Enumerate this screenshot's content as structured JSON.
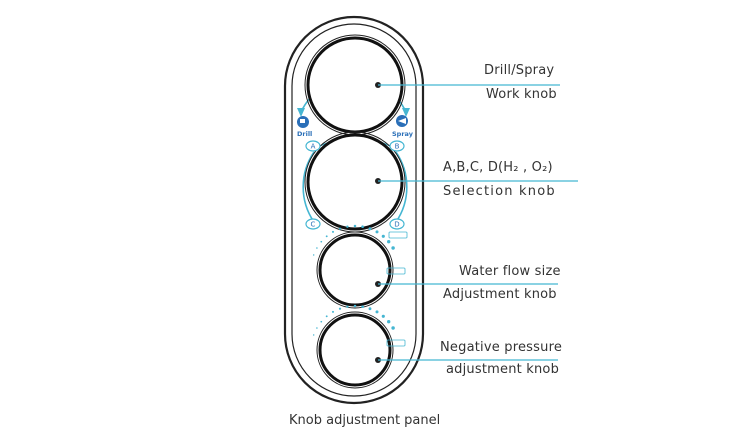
{
  "caption": "Knob adjustment panel",
  "colors": {
    "accent": "#45b6d2",
    "ink": "#222222",
    "text": "#333333"
  },
  "panel": {
    "drill_label": "Drill",
    "spray_label": "Spray",
    "selection_letters": [
      "A",
      "B",
      "C",
      "D"
    ]
  },
  "callouts": [
    {
      "id": "work",
      "line1": "Drill/Spray",
      "line2": "Work knob"
    },
    {
      "id": "selection",
      "line1": "A,B,C,  D(H₂ , O₂)",
      "line2": "Selection  knob"
    },
    {
      "id": "flow",
      "line1": "Water flow size",
      "line2": "Adjustment knob"
    },
    {
      "id": "pressure",
      "line1": "Negative pressure",
      "line2": "adjustment knob"
    }
  ]
}
